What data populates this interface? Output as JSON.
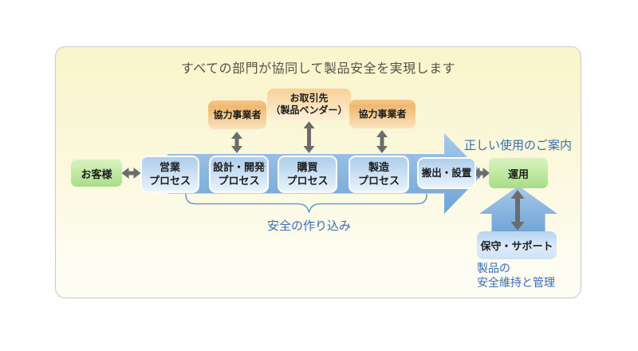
{
  "title": "すべての部門が協同して製品安全を実現します",
  "partners": {
    "left": "協力事業者",
    "center": {
      "line1": "お取引先",
      "line2": "（製品ベンダー）"
    },
    "right": "協力事業者"
  },
  "flow": {
    "customer": "お客様",
    "processes": [
      {
        "line1": "営業",
        "line2": "プロセス"
      },
      {
        "line1": "設計・開発",
        "line2": "プロセス"
      },
      {
        "line1": "購買",
        "line2": "プロセス"
      },
      {
        "line1": "製造",
        "line2": "プロセス"
      }
    ],
    "shipping": "搬出・設置",
    "operation": "運用",
    "support": "保守・サポート"
  },
  "annotations": {
    "safety_build": "安全の作り込み",
    "correct_use": "正しい使用のご案内",
    "maintenance": {
      "line1": "製品の",
      "line2": "安全維持と管理"
    }
  },
  "colors": {
    "panel_yellow_top": "#f9f5cb",
    "flow_arrow_blue": "#7fb0dd",
    "process_box_blue": "#c9dff3",
    "partner_orange": "#f0b971",
    "customer_green": "#b9e59c",
    "connector_gray": "#6c6c6c",
    "annotation_blue": "#3a6db5",
    "panel_border_gray": "#c9c9c9"
  }
}
